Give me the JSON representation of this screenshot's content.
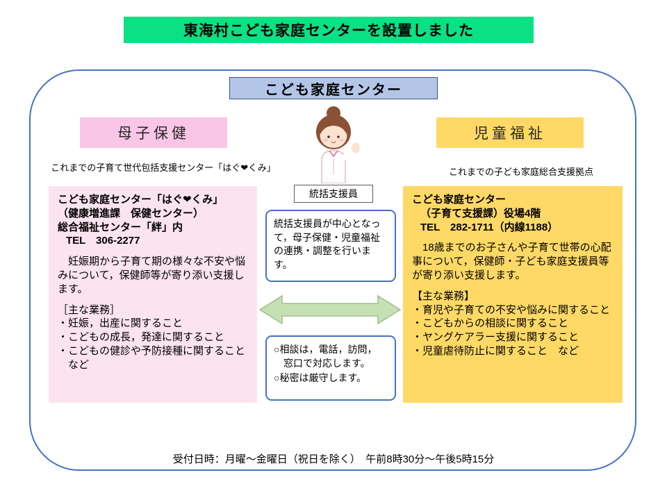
{
  "banner": {
    "title": "東海村こども家庭センターを設置しました"
  },
  "center_title": "こども家庭センター",
  "maternal": {
    "header": "母子保健",
    "caption": "これまでの子育て世代包括支援センター「はぐ❤くみ」",
    "name_line1": "こども家庭センター「はぐ❤くみ」",
    "name_line2": "（健康増進課　保健センター）",
    "name_line3": "総合福祉センター「絆」内",
    "tel": "TEL　306-2277",
    "body": "　妊娠期から子育て期の様々な不安や悩みについて，保健師等が寄り添い支援します。",
    "duties_title": "［主な業務］",
    "duties": [
      "・妊娠，出産に関すること",
      "・こどもの成長，発達に関すること",
      "・こどもの健診や予防接種に関すること　など"
    ]
  },
  "welfare": {
    "header": "児童福祉",
    "caption": "これまでの子ども家庭総合支援拠点",
    "name_line1": "こども家庭センター",
    "name_line2": "（子育て支援課）役場4階",
    "tel": "TEL　282-1711（内線1188）",
    "body": "　18歳までのお子さんや子育て世帯の心配事について，保健師・子ども家庭支援員等が寄り添い支援します。",
    "duties_title": "【主な業務】",
    "duties": [
      "・育児や子育ての不安や悩みに関すること",
      "・こどもからの相談に関すること",
      "・ヤングケアラー支援に関すること",
      "・児童虐待防止に関すること　など"
    ]
  },
  "coordinator": {
    "label": "統括支援員",
    "note": "統括支援員が中心となって，母子保健・児童福祉の連携・調整を行います。",
    "consult_note": "○相談は，電話，訪問，\n　窓口で対応します。\n○秘密は厳守します。"
  },
  "footer": {
    "hours": "受付日時：月曜～金曜日（祝日を除く）　午前8時30分～午後5時15分"
  },
  "colors": {
    "banner_green": "#0BE084",
    "title_blue": "#B4C6E7",
    "border_blue": "#4472C4",
    "pink": "#F9C6E7",
    "pink_light": "#FBE3EF",
    "yellow": "#FFD966",
    "arrow_green": "#C6E0B4"
  }
}
